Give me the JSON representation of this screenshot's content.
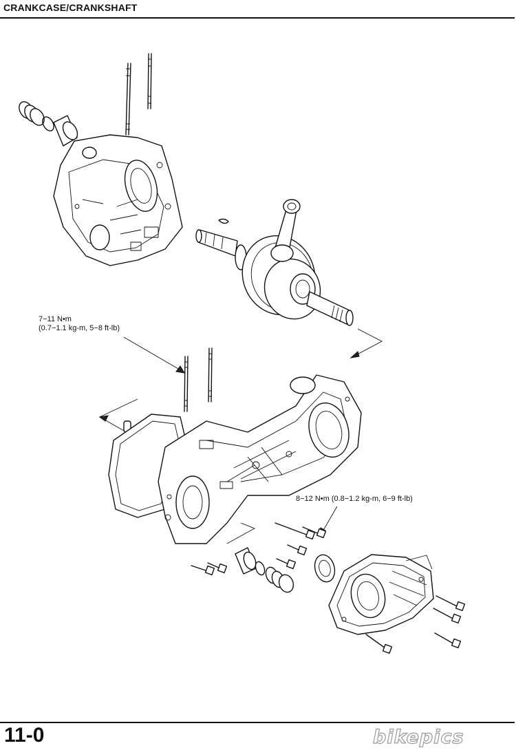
{
  "header": {
    "title": "CRANKCASE/CRANKSHAFT"
  },
  "callouts": {
    "torque_upper": {
      "line1": "7−11 N•m",
      "line2": "(0.7−1.1 kg-m, 5−8 ft-lb)"
    },
    "torque_lower": {
      "line1": "8−12 N•m (0.8−1.2 kg-m, 6−9 ft-lb)"
    }
  },
  "footer": {
    "page_number": "11-0",
    "watermark": "bikepics"
  }
}
